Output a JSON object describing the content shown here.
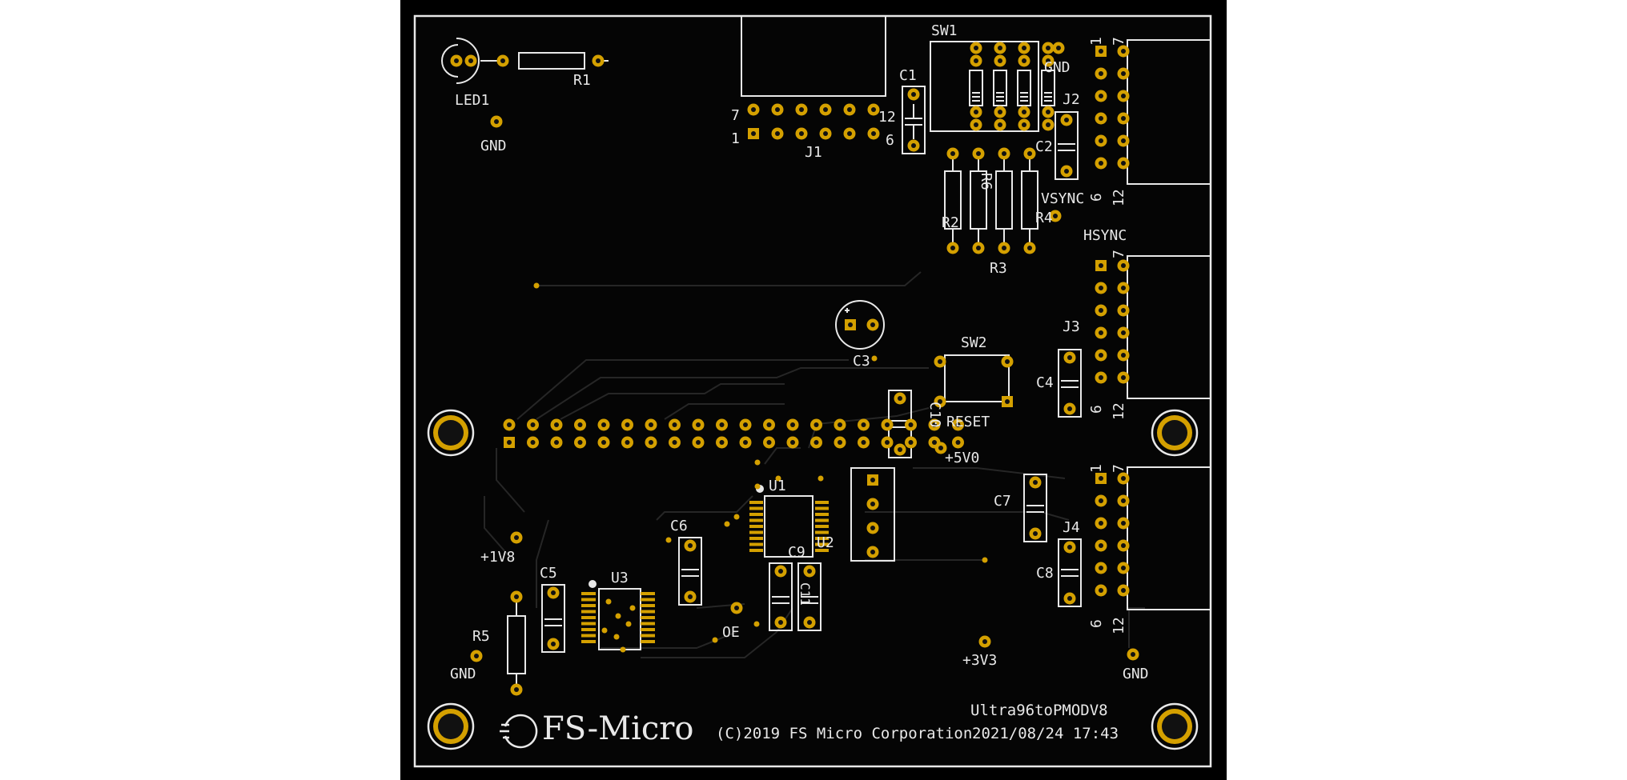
{
  "board": {
    "colors": {
      "board": "#050505",
      "substrate": "#000000",
      "silk": "#e8e8e8",
      "copper": "#d4a000",
      "trace": "#262626",
      "hole": "#111111"
    },
    "labels": {
      "led1": "LED1",
      "r1": "R1",
      "gnd": "GND",
      "c1": "C1",
      "j1": "J1",
      "sw1": "SW1",
      "j2": "J2",
      "c2": "C2",
      "vsync": "VSYNC",
      "hsync": "HSYNC",
      "r2": "R2",
      "r3": "R3",
      "r4": "R4",
      "r5": "R5",
      "r6": "R6",
      "j3": "J3",
      "c3": "C3",
      "c4": "C4",
      "sw2": "SW2",
      "reset": "RESET",
      "c10": "C10",
      "p5v0": "+5V0",
      "u1": "U1",
      "u2": "U2",
      "c6": "C6",
      "c7": "C7",
      "j4": "J4",
      "c8": "C8",
      "c9": "C9",
      "c11": "C11",
      "p1v8": "+1V8",
      "c5": "C5",
      "u3": "U3",
      "oe": "OE",
      "p3v3": "+3V3",
      "j1_pin7": "7",
      "j1_pin12": "12",
      "j1_pin1": "1",
      "j1_pin6": "6",
      "j_pin1": "1",
      "j_pin7": "7",
      "j_pin6": "6",
      "j_pin12": "12"
    },
    "logo": "FS-Micro",
    "copyright": "(C)2019 FS Micro Corporation",
    "board_name": "Ultra96toPMODV8",
    "timestamp": "2021/08/24 17:43"
  }
}
